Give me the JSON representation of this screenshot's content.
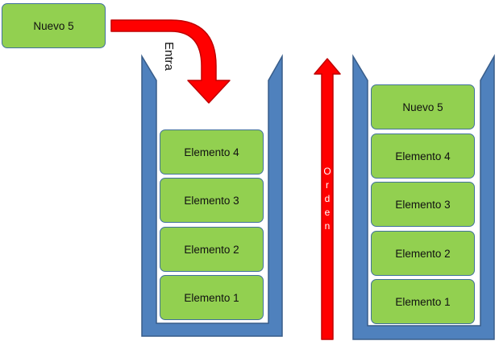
{
  "new_item": {
    "label": "Nuevo 5"
  },
  "entry_label": "Entra",
  "order_label": "Orden",
  "left_stack": {
    "items": [
      "Elemento 4",
      "Elemento 3",
      "Elemento 2",
      "Elemento 1"
    ]
  },
  "right_stack": {
    "items": [
      "Nuevo 5",
      "Elemento 4",
      "Elemento 3",
      "Elemento 2",
      "Elemento 1"
    ]
  },
  "colors": {
    "element_fill": "#92d050",
    "element_border": "#41719c",
    "container_fill": "#4f81bd",
    "container_border": "#385d8a",
    "arrow_fill": "#ff0000",
    "arrow_border": "#c00000"
  }
}
